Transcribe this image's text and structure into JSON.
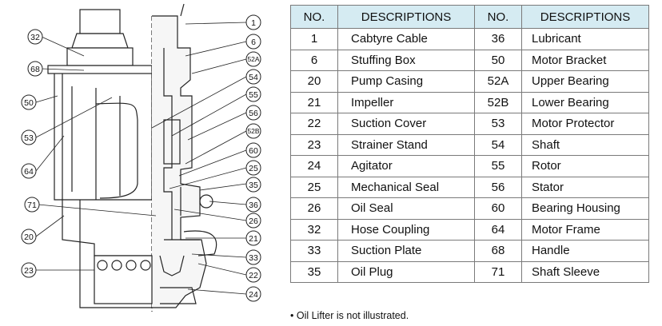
{
  "table": {
    "headers": [
      "NO.",
      "DESCRIPTIONS",
      "NO.",
      "DESCRIPTIONS"
    ],
    "rows": [
      [
        "1",
        "Cabtyre Cable",
        "36",
        "Lubricant"
      ],
      [
        "6",
        "Stuffing Box",
        "50",
        "Motor Bracket"
      ],
      [
        "20",
        "Pump Casing",
        "52A",
        "Upper Bearing"
      ],
      [
        "21",
        "Impeller",
        "52B",
        "Lower Bearing"
      ],
      [
        "22",
        "Suction Cover",
        "53",
        "Motor Protector"
      ],
      [
        "23",
        "Strainer Stand",
        "54",
        "Shaft"
      ],
      [
        "24",
        "Agitator",
        "55",
        "Rotor"
      ],
      [
        "25",
        "Mechanical Seal",
        "56",
        "Stator"
      ],
      [
        "26",
        "Oil Seal",
        "60",
        "Bearing Housing"
      ],
      [
        "32",
        "Hose Coupling",
        "64",
        "Motor Frame"
      ],
      [
        "33",
        "Suction Plate",
        "68",
        "Handle"
      ],
      [
        "35",
        "Oil Plug",
        "71",
        "Shaft Sleeve"
      ]
    ]
  },
  "note": "• Oil Lifter is not illustrated.",
  "callouts": {
    "left": [
      "32",
      "68",
      "50",
      "53",
      "64",
      "71",
      "20",
      "23"
    ],
    "right": [
      "1",
      "6",
      "52A",
      "54",
      "55",
      "56",
      "52B",
      "60",
      "25",
      "35",
      "36",
      "26",
      "21",
      "33",
      "22",
      "24"
    ]
  }
}
